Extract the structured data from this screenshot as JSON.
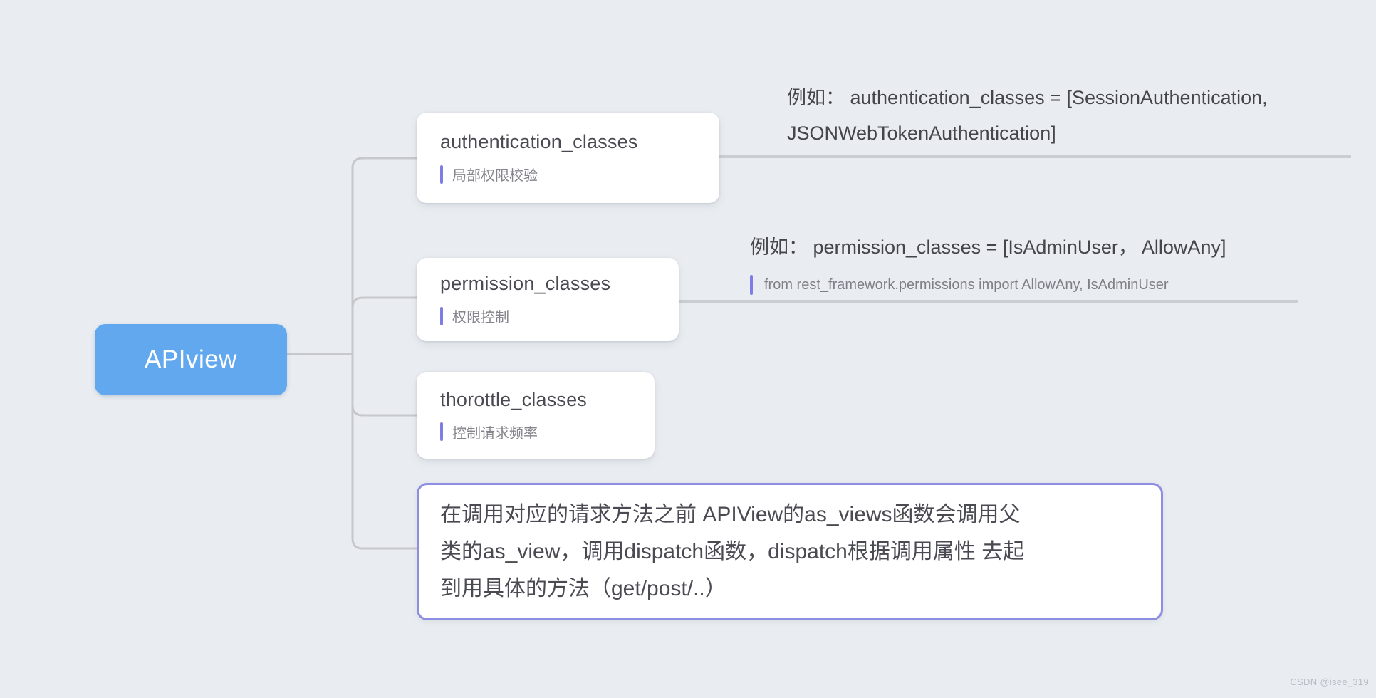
{
  "canvas": {
    "background_color": "#e9edf1",
    "watermark": "CSDN @isee_319"
  },
  "colors": {
    "root_fill": "#62a8ef",
    "connector": "#c6c8cb",
    "underline": "#cbced1",
    "note_marker": "#7d7de4",
    "dispatch_border": "#8d8ee2",
    "title_text": "#4a4a52",
    "note_text": "#84848c"
  },
  "root": {
    "label": "APIview"
  },
  "nodes": [
    {
      "id": "authentication",
      "title": "authentication_classes",
      "note": "局部权限校验"
    },
    {
      "id": "permission",
      "title": "permission_classes",
      "note": "权限控制"
    },
    {
      "id": "throttle",
      "title": "thorottle_classes",
      "note": "控制请求频率"
    },
    {
      "id": "dispatch",
      "lines": [
        "在调用对应的请求方法之前  APIView的as_views函数会调用父",
        "类的as_view，调用dispatch函数，dispatch根据调用属性 去起",
        "到用具体的方法（get/post/..）"
      ]
    }
  ],
  "annotations": {
    "authentication": {
      "line1": "例如： authentication_classes = [SessionAuthentication,",
      "line2": "JSONWebTokenAuthentication]"
    },
    "permission": {
      "example": "例如： permission_classes = [IsAdminUser， AllowAny]",
      "note": "from rest_framework.permissions import AllowAny, IsAdminUser"
    }
  }
}
